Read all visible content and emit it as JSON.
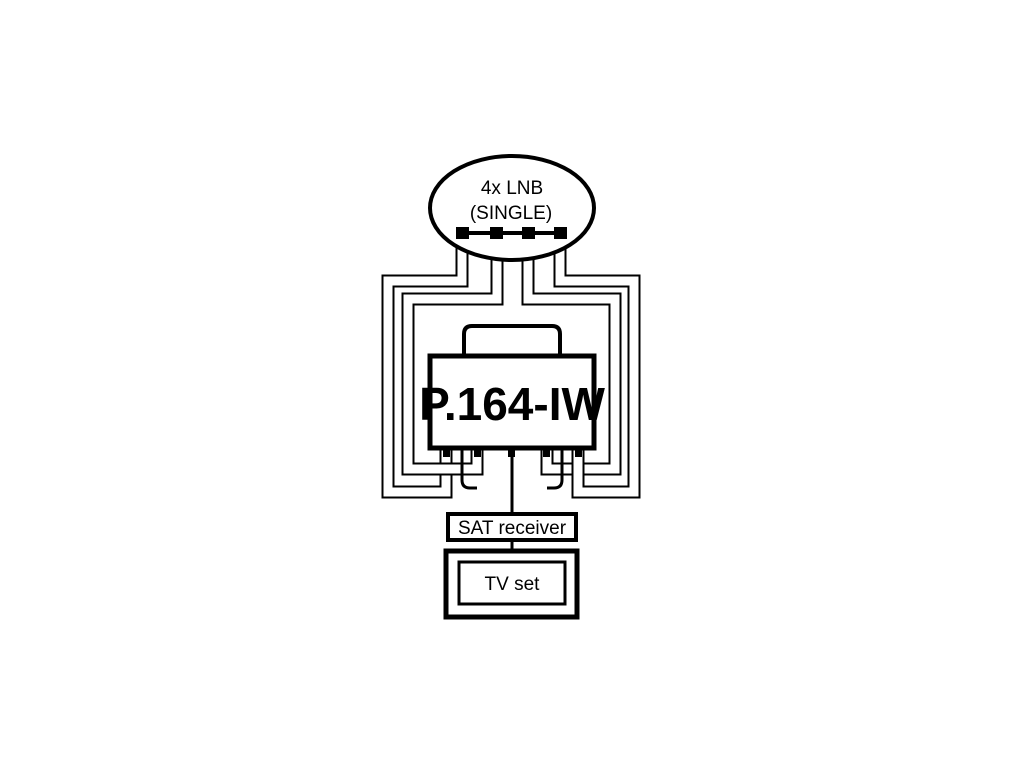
{
  "lnb": {
    "line1": "4x LNB",
    "line2": "(SINGLE)"
  },
  "switch": {
    "model": "P.164-IW"
  },
  "receiver": {
    "label": "SAT receiver"
  },
  "tv": {
    "label": "TV set"
  },
  "colors": {
    "line": "#000000",
    "background": "#ffffff"
  }
}
